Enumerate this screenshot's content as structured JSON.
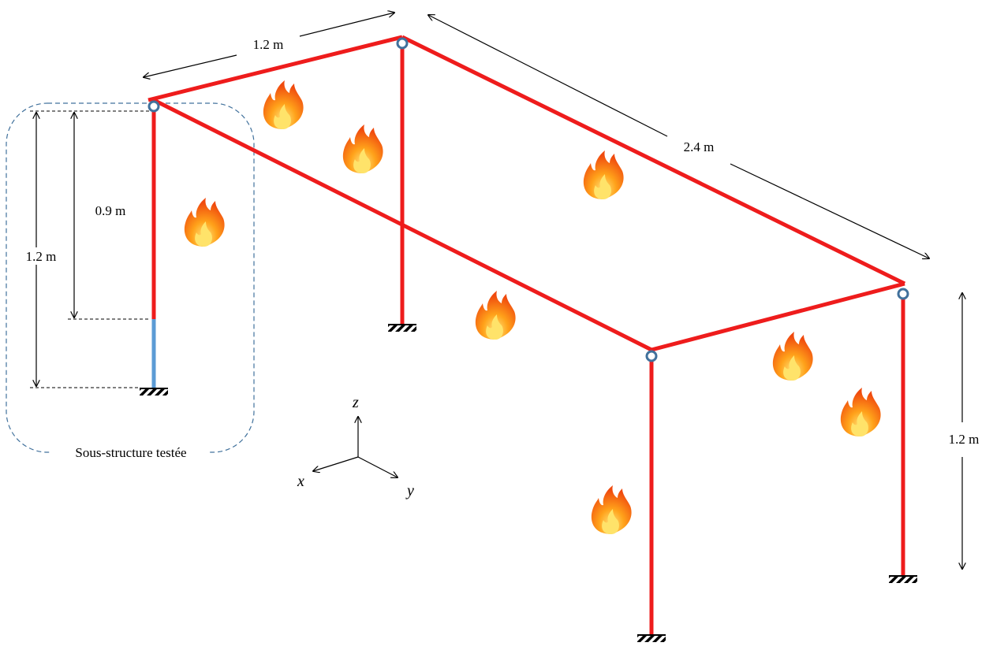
{
  "dimensions": {
    "top_width": "1.2 m",
    "length": "2.4 m",
    "sub_height": "0.9 m",
    "left_height": "1.2 m",
    "right_height": "1.2 m"
  },
  "substructure_label": "Sous-structure testée",
  "axes": {
    "x": "x",
    "y": "y",
    "z": "z"
  },
  "colors": {
    "frame": "#ee1c1c",
    "tested_segment": "#5b9bd5",
    "hinge": "#41719c",
    "boundary": "#41719c"
  },
  "icons": [
    "flame-icon",
    "hinge-icon",
    "fixed-support-icon"
  ]
}
